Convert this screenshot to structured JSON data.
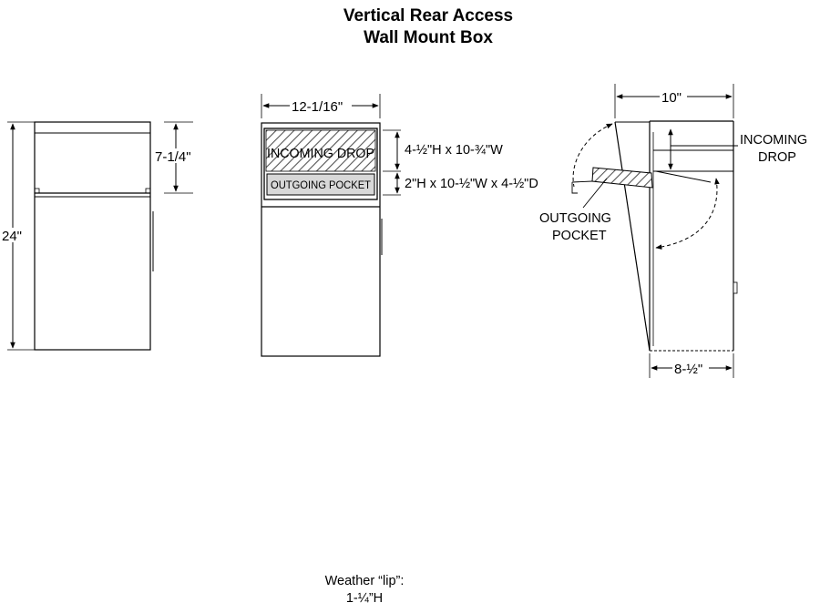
{
  "title": {
    "line1": "Vertical Rear Access",
    "line2": "Wall Mount Box"
  },
  "dimensions": {
    "overall_height": "24\"",
    "upper_height": "7-1/4\"",
    "front_width": "12-1/16\"",
    "incoming_opening": "4-½\"H x 10-¾\"W",
    "outgoing_opening": "2\"H x 10-½\"W x 4-½\"D",
    "top_depth": "10\"",
    "bottom_depth": "8-½\""
  },
  "front_view": {
    "incoming_label": "INCOMING DROP",
    "outgoing_label": "OUTGOING POCKET"
  },
  "side_view": {
    "incoming_label_line1": "INCOMING",
    "incoming_label_line2": "DROP",
    "outgoing_label_line1": "OUTGOING",
    "outgoing_label_line2": "POCKET"
  },
  "note": {
    "line1": "Weather “lip”:",
    "line2": "1-¼”H"
  }
}
